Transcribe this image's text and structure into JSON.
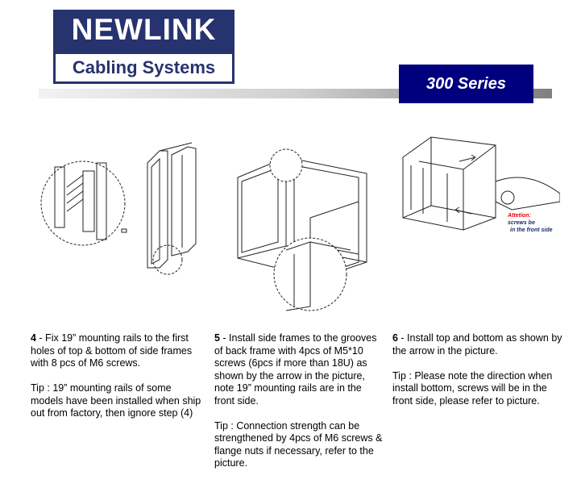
{
  "header": {
    "logo_line1": "NEWLINK",
    "logo_line2": "Cabling Systems",
    "series": "300 Series",
    "brand_color": "#27336f",
    "series_color": "#00007f"
  },
  "figure3_note": {
    "title": "Attetion:",
    "line1": "screws be",
    "line2": "in the front side"
  },
  "steps": [
    {
      "num": "4",
      "text": " - Fix 19” mounting rails to the first holes of  top & bottom of side frames with 8 pcs of M6 screws.",
      "tip": "Tip : 19” mounting rails of some models have been installed when ship out from factory, then ignore step (4)"
    },
    {
      "num": "5",
      "text": " - Install side frames to the grooves of back frame with 4pcs of M5*10 screws (6pcs if more than 18U) as shown by the arrow in the picture, note 19” mounting rails are in the front side.",
      "tip": "Tip : Connection strength can be strengthened by 4pcs of M6 screws & flange nuts if necessary, refer to the picture."
    },
    {
      "num": "6",
      "text": " - Install top and bottom as shown by the arrow in the picture.",
      "tip": "Tip : Please note the direction when install bottom, screws will be in the front side, please refer to picture."
    }
  ]
}
